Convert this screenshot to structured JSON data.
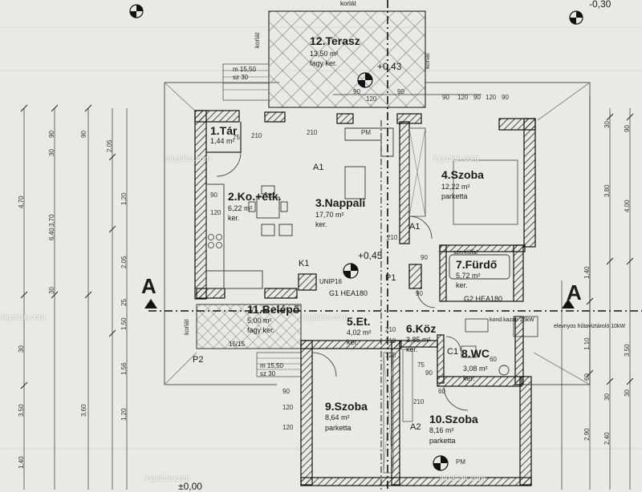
{
  "rooms": [
    {
      "name": "1.Tár",
      "area": "1,44 m²",
      "floor": ""
    },
    {
      "name": "2.Ko.+étk.",
      "area": "6,22 m²",
      "floor": "ker."
    },
    {
      "name": "3.Nappali",
      "area": "17,70 m²",
      "floor": "ker."
    },
    {
      "name": "4.Szoba",
      "area": "12,22 m²",
      "floor": "parketta"
    },
    {
      "name": "7.Fürdő",
      "area": "5,72 m²",
      "floor": "ker."
    },
    {
      "name": "11.Belépő",
      "area": "5,00 m²",
      "floor": "fagy ker."
    },
    {
      "name": "5.Et.",
      "area": "4,02 m²",
      "floor": "ker."
    },
    {
      "name": "6.Köz",
      "area": "3,85 m²",
      "floor": "ker."
    },
    {
      "name": "8.WC",
      "area": "3,08 m²",
      "floor": "ker."
    },
    {
      "name": "9.Szoba",
      "area": "8,64 m²",
      "floor": "parketta"
    },
    {
      "name": "10.Szoba",
      "area": "8,16 m²",
      "floor": "parketta"
    },
    {
      "name": "12.Terasz",
      "area": "13,50 m²",
      "floor": "fagy ker."
    }
  ],
  "levels": {
    "top_right": "-0,30",
    "terrace": "+0,43",
    "living": "+0,45",
    "bottom": "±0,00"
  },
  "section_marks": {
    "left": "A",
    "right": "A"
  },
  "axis_labels": {
    "a1_top": "A1",
    "a1_mid": "A1",
    "a2": "A2",
    "p1": "P1",
    "p2": "P2",
    "k1": "K1",
    "c1": "C1"
  },
  "beams": {
    "g1": "G1 HEA180",
    "g2": "G2 HEA180",
    "unip": "UNIP16"
  },
  "notes": {
    "korlat_top": "korlát",
    "korlat_left": "korlát",
    "korlat_right": "korlát",
    "korlat_entry": "korlát",
    "fp_top": "m 15,50",
    "fp_top2": "sz 30",
    "fp_bottom": "m 15,50",
    "fp_bottom2": "sz 30",
    "szerelo": "szerelőfal",
    "kazan": "kond.kazán 25kW",
    "hv": "elevnyos hűtaviztároló 10kW",
    "lepcso": "15/15"
  },
  "watermark": "ingatlan.com",
  "left_dims": {
    "outer": [
      "4,70",
      "6,40",
      "3,50",
      "1,40"
    ],
    "inner": [
      "3,70",
      "3,60"
    ],
    "fine": [
      "2,05",
      "1,20",
      "2,05",
      "1,50",
      "1,56",
      "1,20"
    ],
    "small": [
      "90",
      "90",
      "30",
      "30",
      "25",
      "30"
    ]
  },
  "right_dims": {
    "outer": [
      "4,00",
      "3,50"
    ],
    "inner": [
      "3,80",
      "1,40",
      "2,90"
    ],
    "fine": [
      "1,10",
      "2,40"
    ],
    "small": [
      "90",
      "30",
      "30",
      "60",
      "30"
    ]
  },
  "top_dims": [
    "90",
    "120",
    "90",
    "90",
    "120",
    "90",
    "120",
    "90"
  ],
  "room_dims": [
    "210",
    "210",
    "75",
    "90",
    "210",
    "90",
    "120",
    "210",
    "90",
    "120",
    "120",
    "60",
    "60",
    "90",
    "90",
    "75",
    "120",
    "210",
    "210"
  ],
  "fixtures": {
    "pm": "PM"
  }
}
